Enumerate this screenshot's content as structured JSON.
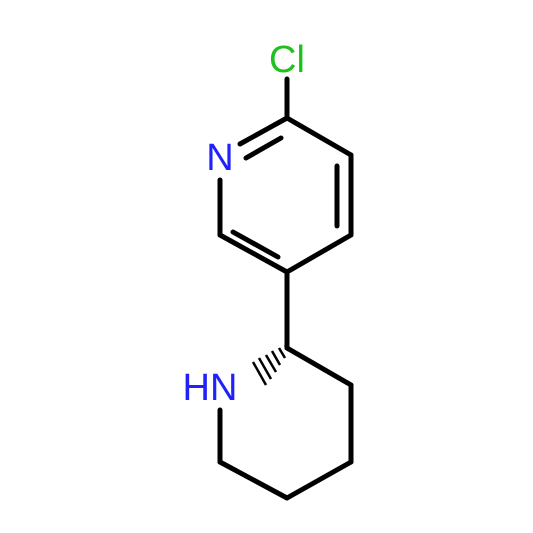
{
  "molecule": {
    "atoms": {
      "chlorine": {
        "label": "Cl",
        "color": "#1ec21e"
      },
      "pyridine_nitrogen": {
        "label": "N",
        "color": "#2020ff"
      },
      "piperidine_nitrogen": {
        "label": "HN",
        "color": "#2020ff"
      }
    },
    "bond_color": "#000000",
    "stereo_bond": "hashed wedge"
  }
}
